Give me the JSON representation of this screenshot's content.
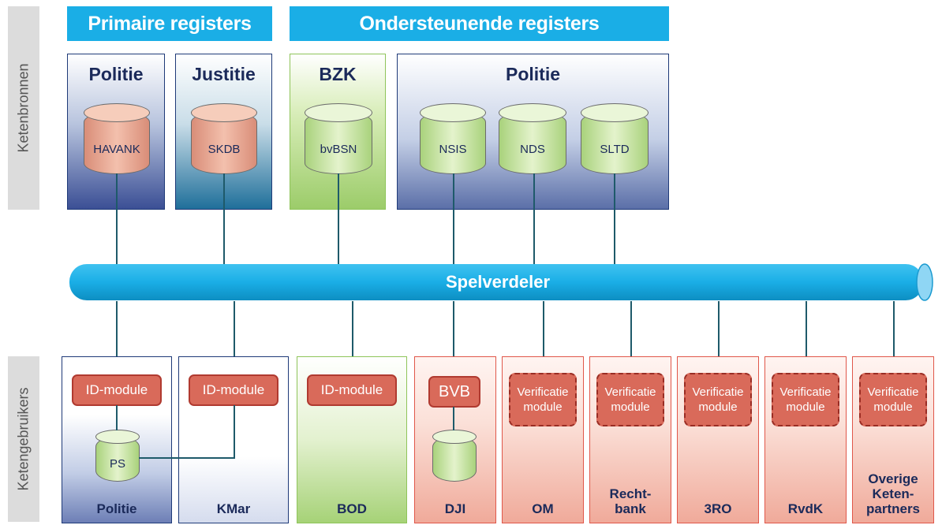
{
  "sidebar": {
    "top": "Ketenbronnen",
    "bottom": "Ketengebruikers"
  },
  "headers": {
    "primary": "Primaire registers",
    "supporting": "Ondersteunende registers"
  },
  "sources": [
    {
      "title": "Politie",
      "db": "HAVANK"
    },
    {
      "title": "Justitie",
      "db": "SKDB"
    },
    {
      "title": "BZK",
      "db": "bvBSN"
    },
    {
      "title": "Politie",
      "dbs": [
        "NSIS",
        "NDS",
        "SLTD"
      ]
    }
  ],
  "bus": {
    "label": "Spelverdeler"
  },
  "users": [
    {
      "label": "Politie",
      "module": "ID-module",
      "db": "PS"
    },
    {
      "label": "KMar",
      "module": "ID-module"
    },
    {
      "label": "BOD",
      "module": "ID-module"
    },
    {
      "label": "DJI",
      "module": "BVB"
    },
    {
      "label": "OM",
      "vmod": [
        "Verificatie",
        "module"
      ]
    },
    {
      "label": "Recht-\nbank",
      "vmod": [
        "Verificatie",
        "module"
      ]
    },
    {
      "label": "3RO",
      "vmod": [
        "Verificatie",
        "module"
      ]
    },
    {
      "label": "RvdK",
      "vmod": [
        "Verificatie",
        "module"
      ]
    },
    {
      "label": "Overige\nKeten-\npartners",
      "vmod": [
        "Verificatie",
        "module"
      ]
    }
  ],
  "colors": {
    "header": "#1aaee6",
    "bus": "#1aaee6",
    "module": "#d96a5a",
    "line": "#1e5a6a"
  }
}
